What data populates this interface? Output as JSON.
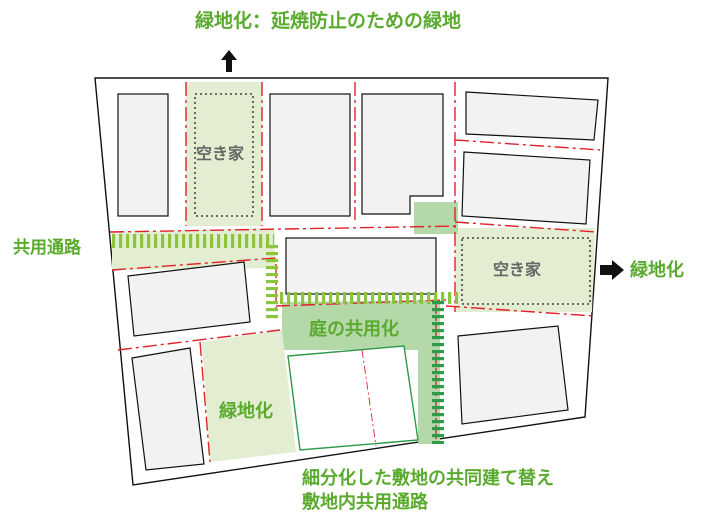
{
  "labels": {
    "top_title": "緑地化：延焼防止のための緑地",
    "vacant_house_upper": "空き家",
    "vacant_house_right": "空き家",
    "shared_passage": "共用通路",
    "greening_right": "緑地化",
    "yard_sharing": "庭の共用化",
    "greening_lower": "緑地化",
    "rebuild_line1": "細分化した敷地の共同建て替え",
    "rebuild_line2": "敷地内共用通路"
  },
  "colors": {
    "green_text": "#5aaa2e",
    "green_area": "#e3edd2",
    "green_area_dark": "#b5d8a8",
    "hatch": "#8cc43c",
    "hatch_dark": "#2e9a4a",
    "road_red": "#e0222a",
    "building_fill": "#f2f2f2",
    "outline": "#111111"
  },
  "icons": {
    "arrow_up": "arrow-up-icon",
    "arrow_right": "arrow-right-icon"
  }
}
